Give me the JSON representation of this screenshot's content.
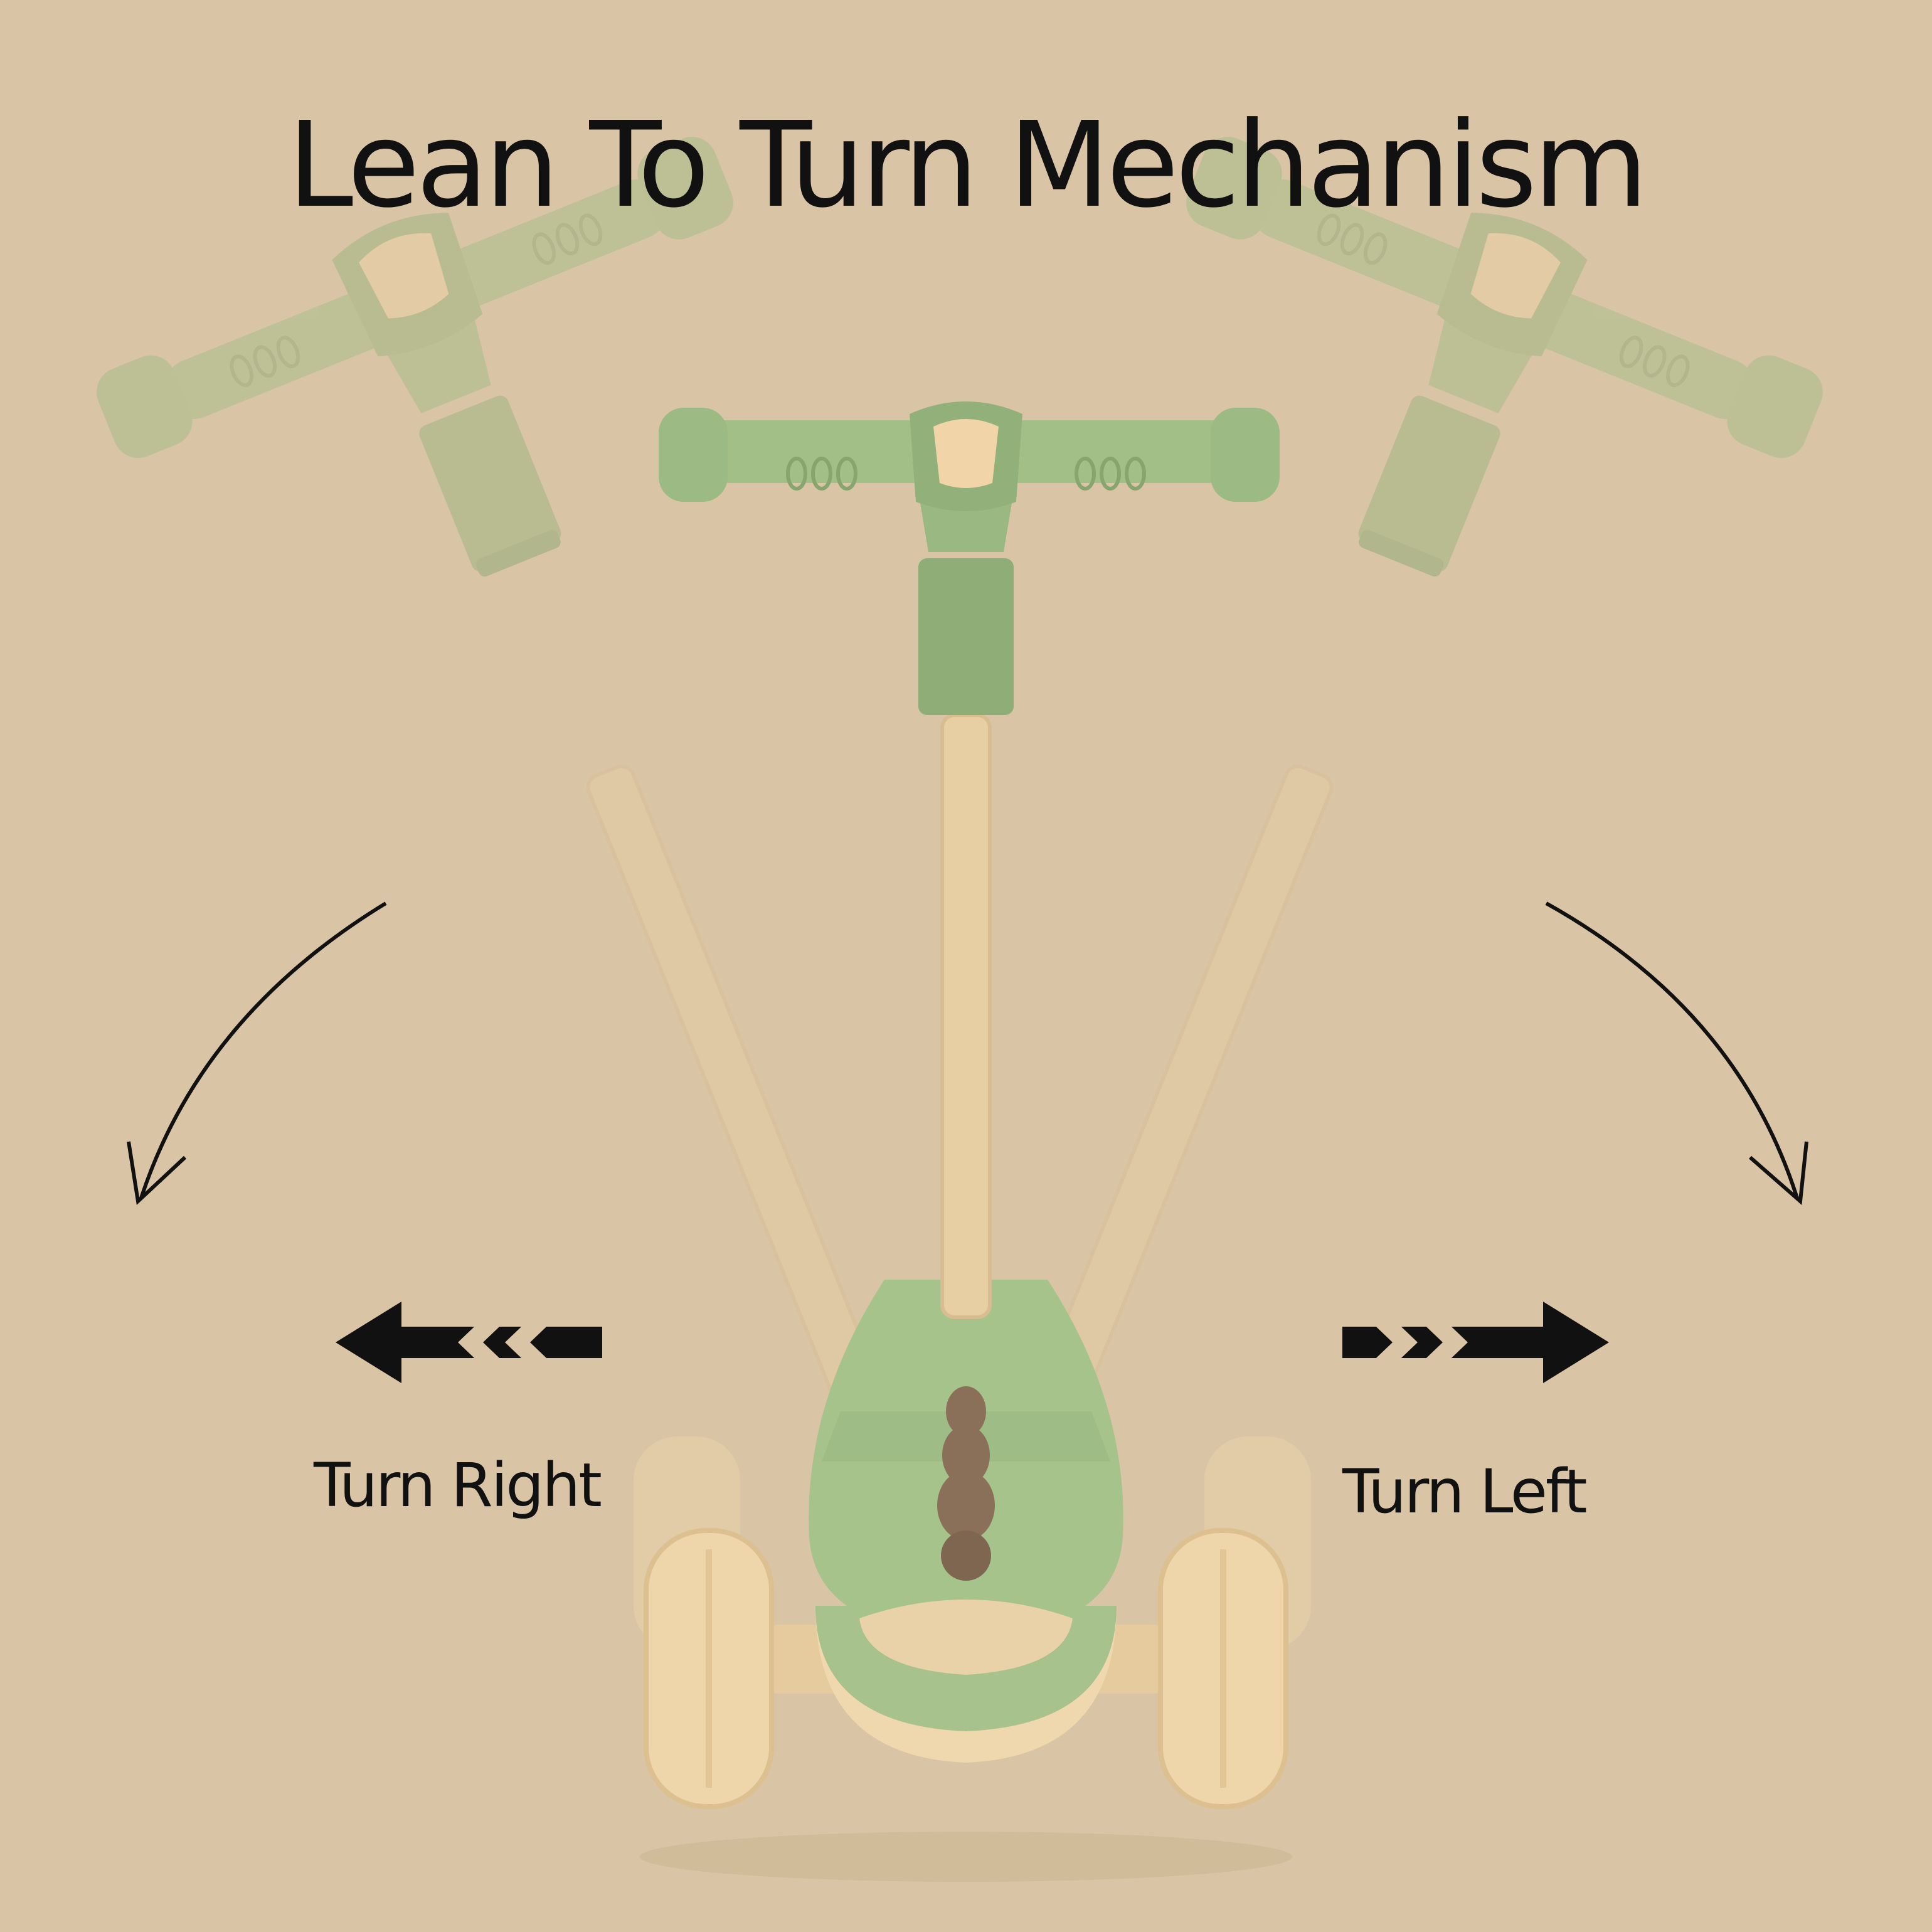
{
  "title": "Lean To Turn Mechanism",
  "captions": {
    "left_side": "Turn Right",
    "right_side": "Turn Left"
  },
  "colors": {
    "background": "#d9c5a5",
    "scooter_green": "#9fba84",
    "scooter_green_dark": "#7fa068",
    "stem_beige": "#e9cfa5",
    "cap_beige": "#f0d3a8",
    "spike_brown": "#8a7058",
    "wheel": "#efd6aa",
    "ink": "#111111"
  },
  "icons": {
    "curved_arrow_left": "curved-arrow-down-left-icon",
    "curved_arrow_right": "curved-arrow-down-right-icon",
    "direction_left": "chevron-arrow-left-icon",
    "direction_right": "chevron-arrow-right-icon"
  }
}
